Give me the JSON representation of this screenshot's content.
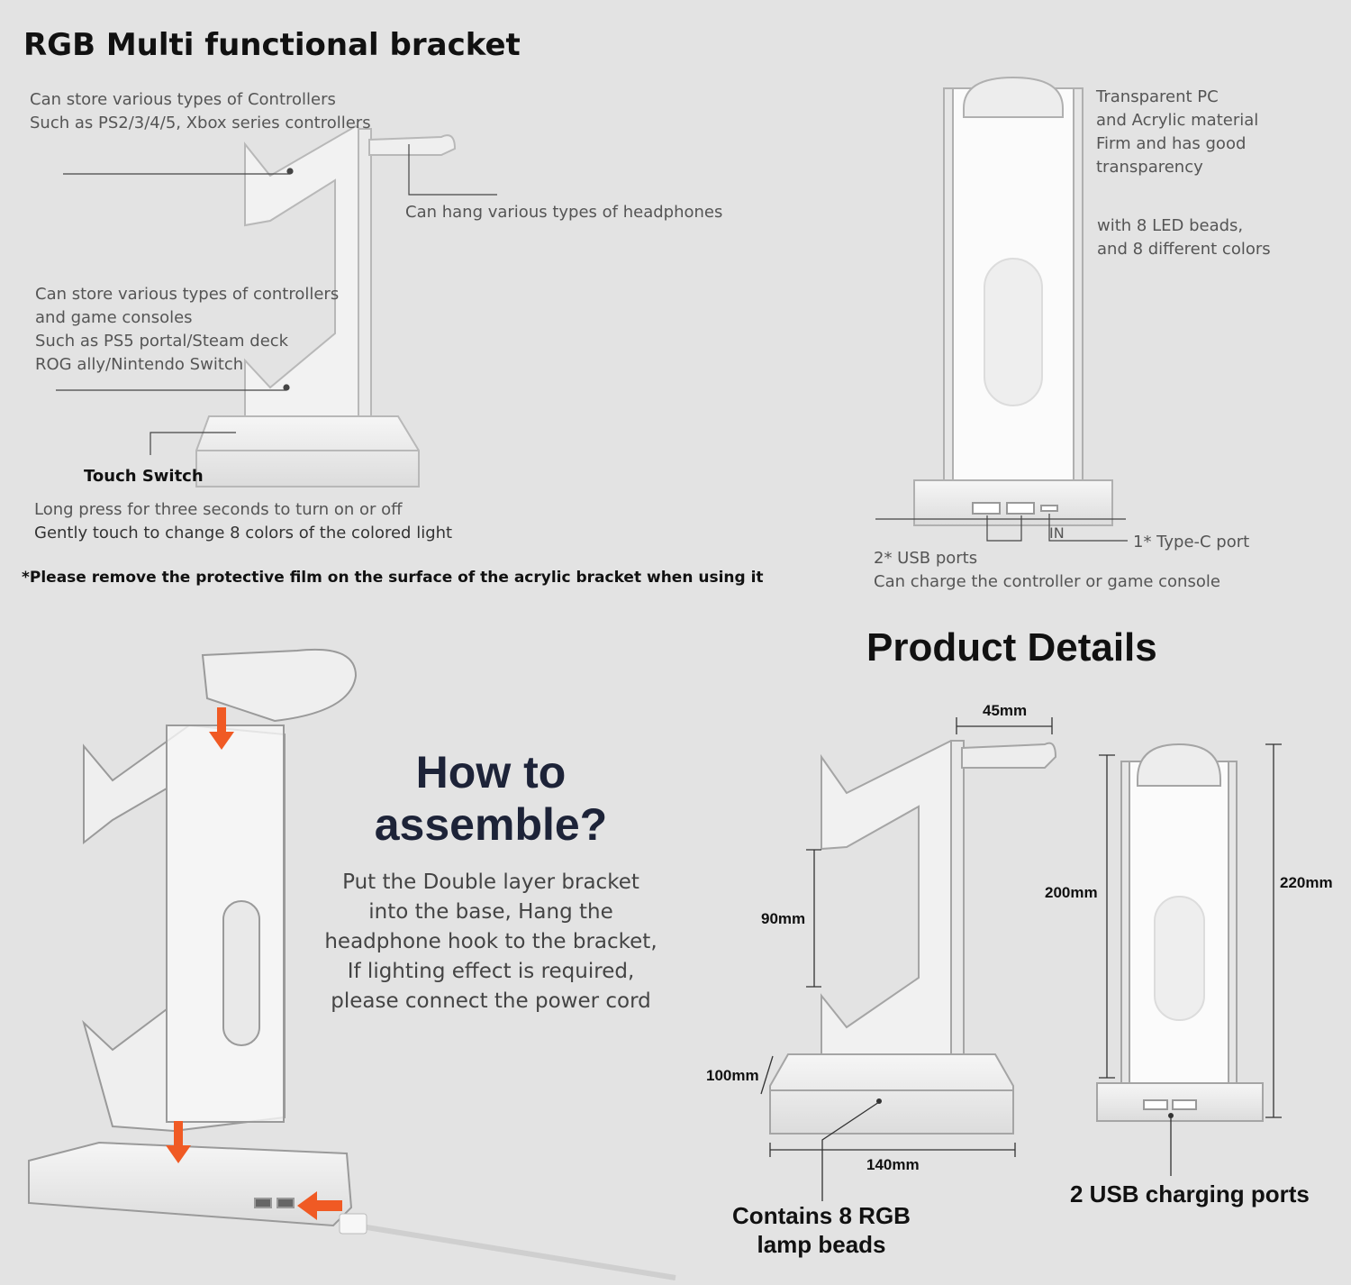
{
  "q1": {
    "title": "RGB Multi functional bracket",
    "controllers_note": [
      "Can store various types of Controllers",
      "Such as PS2/3/4/5, Xbox series controllers"
    ],
    "headphones_note": "Can hang various types of headphones",
    "consoles_note": [
      "Can store various types of controllers",
      "and game consoles",
      "Such as PS5 portal/Steam deck",
      "ROG ally/Nintendo Switch"
    ],
    "touch_switch_label": "Touch Switch",
    "touch_switch_note": [
      "Long press for three seconds to turn on or off",
      "Gently touch to change 8 colors of the colored light"
    ],
    "film_warning": "*Please remove the protective film on the surface of the acrylic bracket when using it"
  },
  "q2": {
    "material_note": [
      "Transparent PC",
      "and Acrylic material",
      "Firm and has good",
      "transparency"
    ],
    "led_note": [
      "with 8 LED beads,",
      "and 8 different colors"
    ],
    "in_label": "IN",
    "typec_label": "1* Type-C port",
    "usb_note": [
      "2* USB ports",
      "Can charge the controller or game console"
    ]
  },
  "q3": {
    "heading": [
      "How to",
      "assemble?"
    ],
    "instructions": [
      "Put the Double layer bracket",
      "into the base, Hang the",
      "headphone hook to the bracket,",
      "If lighting effect is required,",
      "please connect the power cord"
    ]
  },
  "q4": {
    "heading": "Product Details",
    "dim_45": "45mm",
    "dim_90": "90mm",
    "dim_100": "100mm",
    "dim_140": "140mm",
    "dim_200": "200mm",
    "dim_220": "220mm",
    "rgb_beads": [
      "Contains 8 RGB",
      "lamp beads"
    ],
    "usb_ports": "2 USB charging ports"
  },
  "colors": {
    "background": "#e3e3e3",
    "arrow": "#f05a24",
    "text_dark": "#111111"
  }
}
